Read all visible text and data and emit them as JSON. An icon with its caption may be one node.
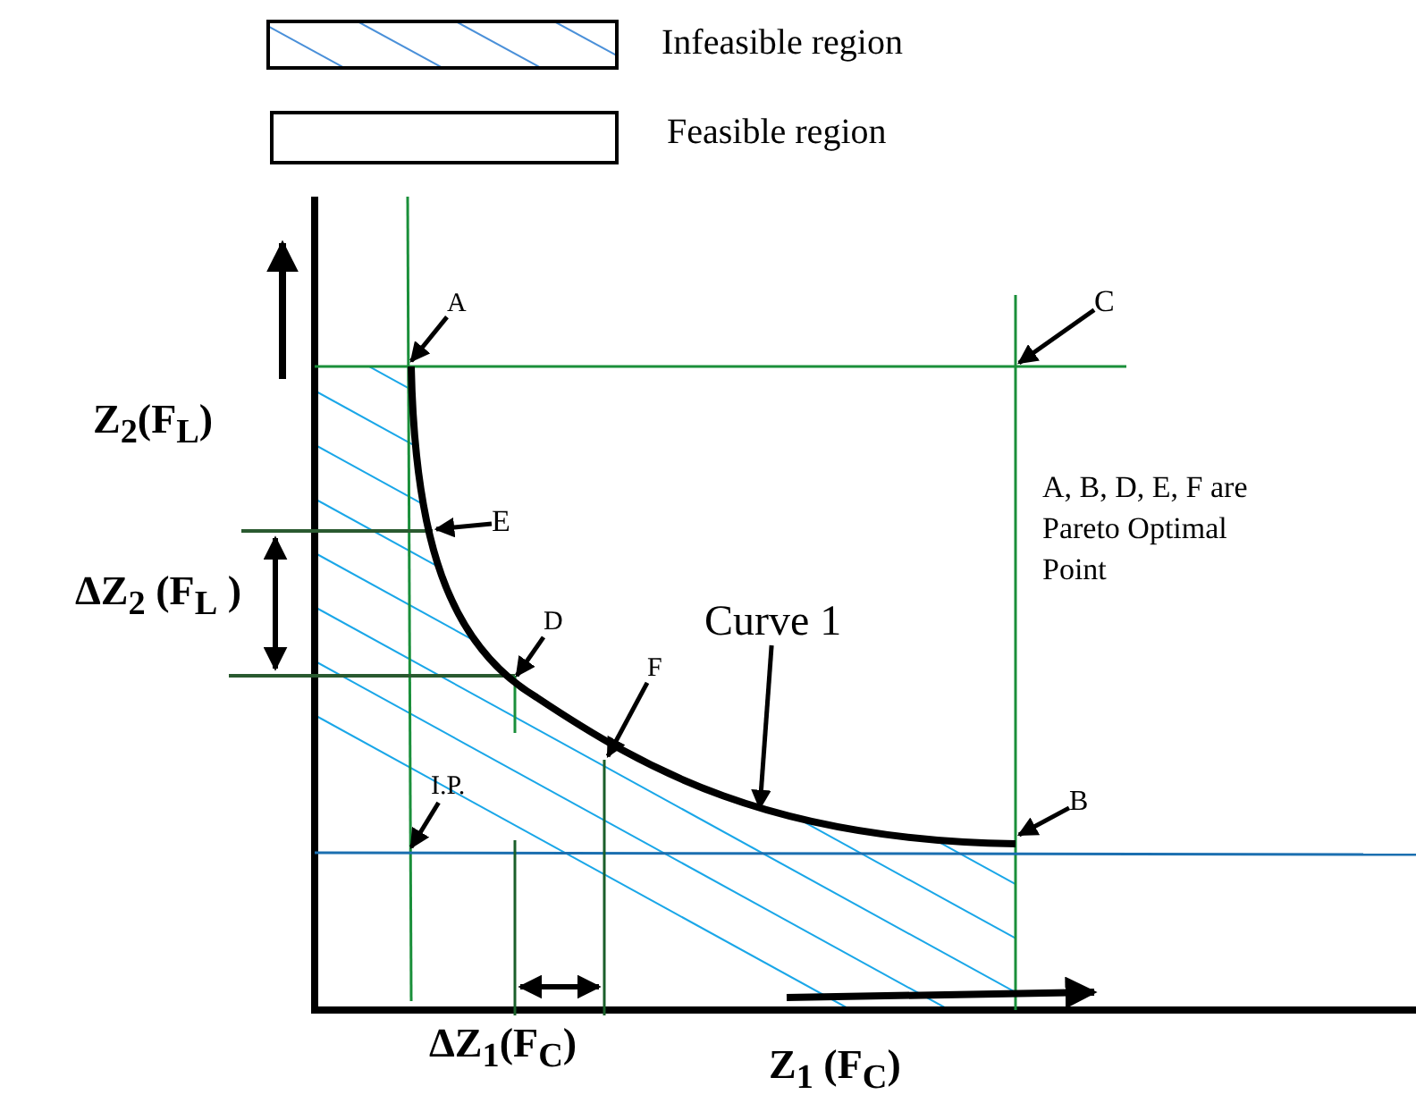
{
  "diagram": {
    "nodes": [
      {
        "text": [
          "A"
        ]
      },
      {
        "text": [
          "C"
        ]
      },
      {
        "text": [
          "E"
        ]
      },
      {
        "text": [
          "Curve 1"
        ]
      },
      {
        "text": [
          "D"
        ]
      },
      {
        "text": [
          "F"
        ]
      },
      {
        "text": [
          "I.P."
        ]
      },
      {
        "text": [
          "B"
        ]
      }
    ],
    "edges": [
      {
        "from": 0,
        "to": null,
        "arrow": "to"
      },
      {
        "from": 1,
        "to": null,
        "arrow": "to"
      },
      {
        "from": 2,
        "to": null,
        "arrow": "to"
      },
      {
        "from": 3,
        "to": null,
        "arrow": "to"
      },
      {
        "from": 4,
        "to": null,
        "arrow": "to"
      },
      {
        "from": 5,
        "to": null,
        "arrow": "to"
      },
      {
        "from": 6,
        "to": null,
        "arrow": "to"
      },
      {
        "from": 7,
        "to": null,
        "arrow": "to"
      }
    ],
    "labels": [
      "Z$_{2}$(F$_{L}$)",
      "A, B, D, E, F are Pareto Optimal Point",
      "ΔZ$_{2}$ (F$_{L}$ )",
      "ΔZ$_{1}$(F$_{C}$)",
      "Z$_{1}$ (F$_{C}$)"
    ],
    "legend": [
      {
        "text": "Infeasible region"
      },
      {
        "text": "Feasible region"
      }
    ]
  }
}
